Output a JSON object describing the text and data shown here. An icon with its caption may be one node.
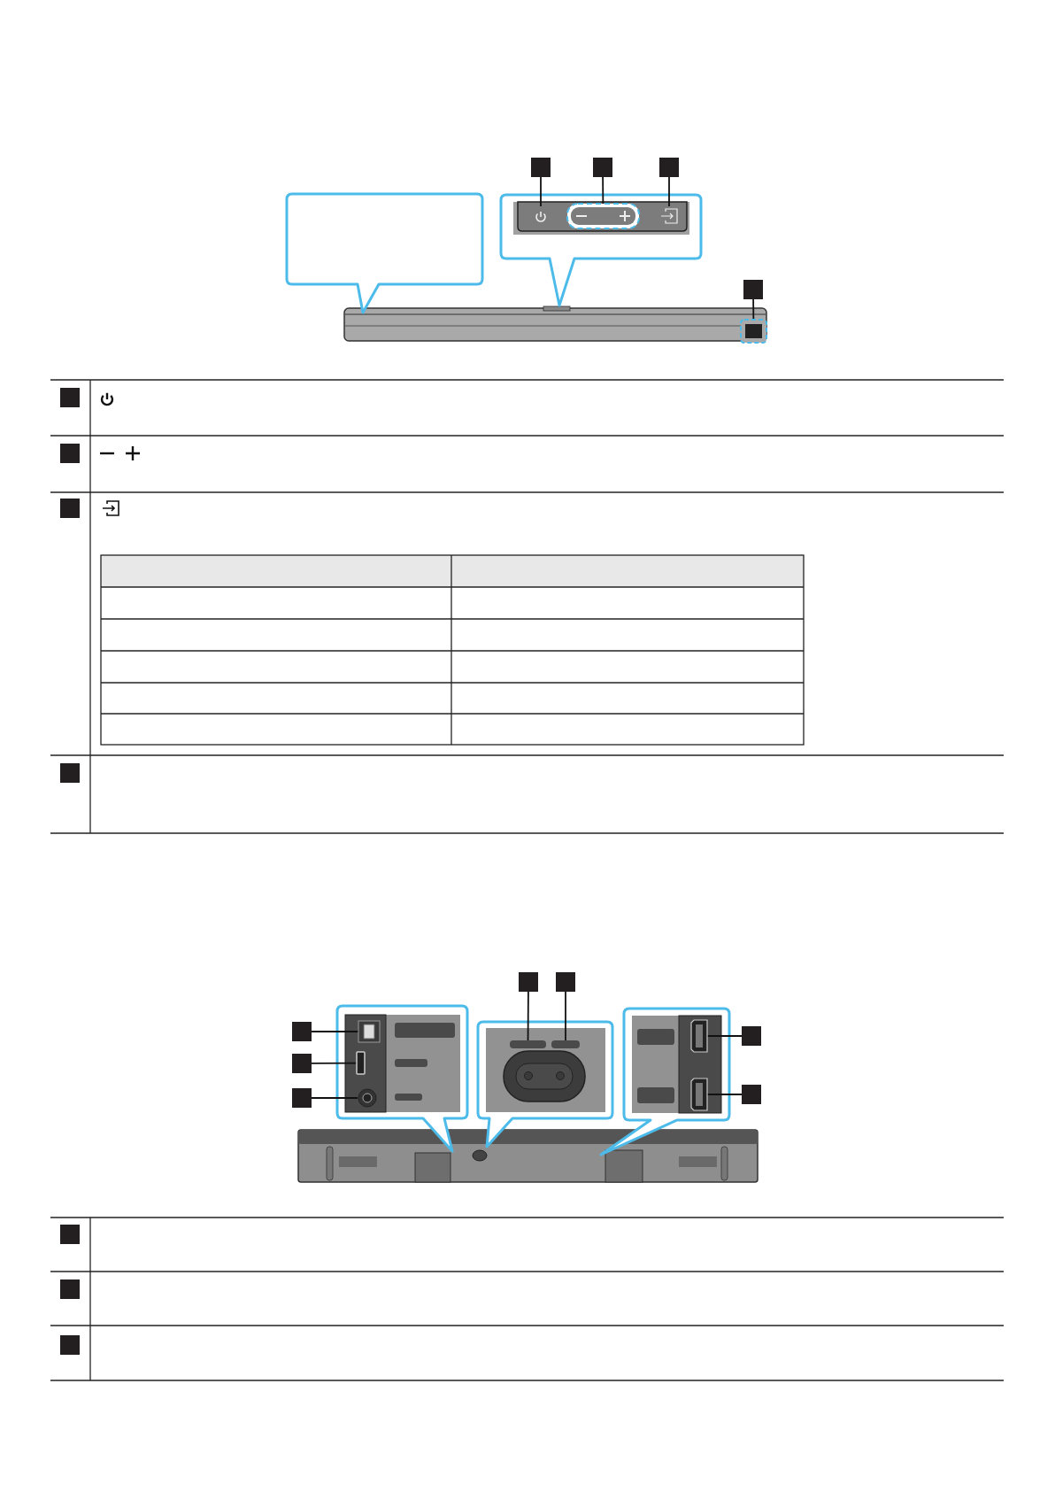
{
  "diagram": {
    "nodes": [
      {
        "text": [],
        "shape": "box"
      },
      {
        "text": [],
        "shape": "box"
      },
      {
        "text": [],
        "shape": "box"
      },
      {
        "text": [],
        "shape": "box"
      },
      {
        "text": [],
        "shape": "button"
      },
      {
        "text": [],
        "shape": "button"
      },
      {
        "text": [],
        "shape": "button"
      },
      {
        "text": [],
        "shape": "box"
      },
      {
        "text": [],
        "shape": "box"
      },
      {
        "text": [],
        "shape": "box"
      },
      {
        "text": [],
        "shape": "box"
      },
      {
        "text": [],
        "shape": "box"
      },
      {
        "text": [],
        "shape": "box"
      },
      {
        "text": [],
        "shape": "box"
      },
      {
        "text": [],
        "shape": "box"
      },
      {
        "text": [],
        "shape": "box"
      },
      {
        "text": [],
        "shape": "box"
      },
      {
        "text": [],
        "shape": "box"
      },
      {
        "text": [],
        "shape": "box"
      },
      {
        "text": [],
        "shape": "bar"
      },
      {
        "text": [],
        "shape": "bar"
      },
      {
        "text": [],
        "shape": "port"
      },
      {
        "text": [],
        "shape": "port"
      },
      {
        "text": [],
        "shape": "port"
      },
      {
        "text": [],
        "shape": "port"
      },
      {
        "text": [],
        "shape": "port"
      },
      {
        "text": [],
        "shape": "box"
      },
      {
        "text": [],
        "shape": "box"
      },
      {
        "text": [],
        "shape": "box"
      }
    ],
    "edges": [
      {
        "from": 0,
        "to": 4,
        "arrow": "none"
      },
      {
        "from": 1,
        "to": 5,
        "arrow": "none"
      },
      {
        "from": 2,
        "to": 6,
        "arrow": "none"
      },
      {
        "from": 3,
        "to": 7,
        "arrow": "none"
      },
      {
        "from": 12,
        "to": 19,
        "arrow": "none"
      },
      {
        "from": 13,
        "to": 20,
        "arrow": "none"
      },
      {
        "from": 14,
        "to": 21,
        "arrow": "none"
      },
      {
        "from": 15,
        "to": 22,
        "arrow": "none"
      },
      {
        "from": 16,
        "to": 23,
        "arrow": "none"
      },
      {
        "from": 17,
        "to": 24,
        "arrow": "none"
      },
      {
        "from": 18,
        "to": 25,
        "arrow": "none"
      }
    ]
  }
}
